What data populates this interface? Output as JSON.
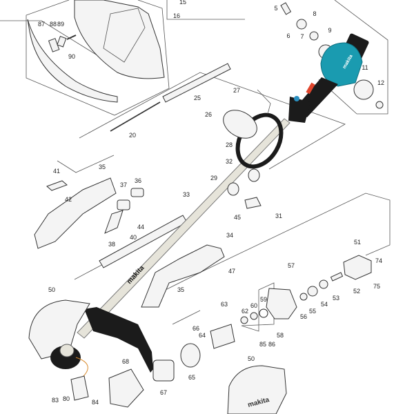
{
  "diagram": {
    "brand_text": "makita",
    "colors": {
      "housing": "#1a9bb0",
      "black_parts": "#1b1b1b",
      "shaft": "#e6e4da",
      "accent": "#e0452c",
      "line": "#d98a2b"
    },
    "part_labels": [
      {
        "id": "87"
      },
      {
        "id": "88"
      },
      {
        "id": "89"
      },
      {
        "id": "90"
      },
      {
        "id": "15"
      },
      {
        "id": "16"
      },
      {
        "id": "5"
      },
      {
        "id": "6"
      },
      {
        "id": "7"
      },
      {
        "id": "8"
      },
      {
        "id": "9"
      },
      {
        "id": "11"
      },
      {
        "id": "12"
      },
      {
        "id": "25"
      },
      {
        "id": "20"
      },
      {
        "id": "27"
      },
      {
        "id": "26"
      },
      {
        "id": "28"
      },
      {
        "id": "32"
      },
      {
        "id": "29"
      },
      {
        "id": "41"
      },
      {
        "id": "35"
      },
      {
        "id": "36"
      },
      {
        "id": "37"
      },
      {
        "id": "42"
      },
      {
        "id": "33"
      },
      {
        "id": "45"
      },
      {
        "id": "31"
      },
      {
        "id": "44"
      },
      {
        "id": "40"
      },
      {
        "id": "38"
      },
      {
        "id": "34"
      },
      {
        "id": "47"
      },
      {
        "id": "35"
      },
      {
        "id": "51"
      },
      {
        "id": "57"
      },
      {
        "id": "74"
      },
      {
        "id": "75"
      },
      {
        "id": "52"
      },
      {
        "id": "53"
      },
      {
        "id": "54"
      },
      {
        "id": "55"
      },
      {
        "id": "56"
      },
      {
        "id": "59"
      },
      {
        "id": "60"
      },
      {
        "id": "62"
      },
      {
        "id": "63"
      },
      {
        "id": "58"
      },
      {
        "id": "85"
      },
      {
        "id": "86"
      },
      {
        "id": "50"
      },
      {
        "id": "50"
      },
      {
        "id": "66"
      },
      {
        "id": "64"
      },
      {
        "id": "65"
      },
      {
        "id": "68"
      },
      {
        "id": "67"
      },
      {
        "id": "83"
      },
      {
        "id": "80"
      },
      {
        "id": "84"
      }
    ]
  }
}
